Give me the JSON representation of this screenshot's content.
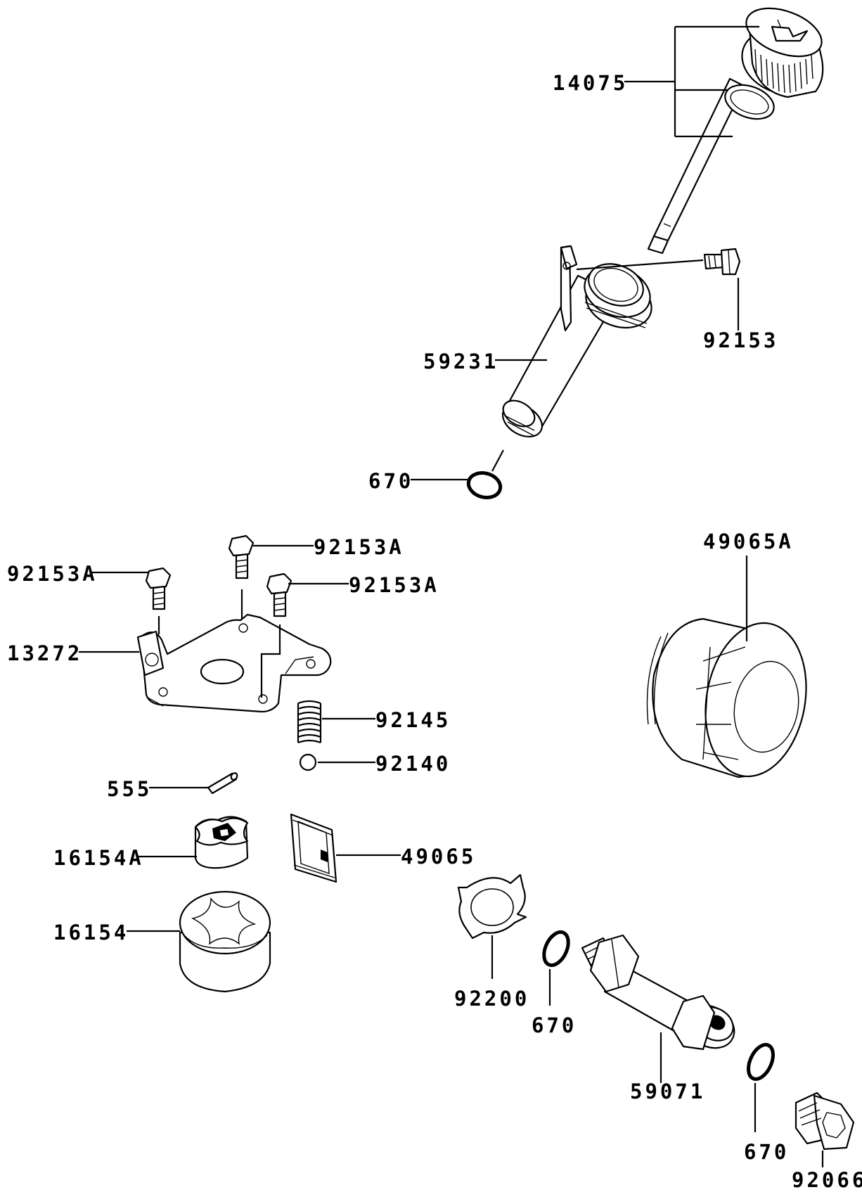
{
  "labels": {
    "p14075": "14075",
    "p92153": "92153",
    "p59231": "59231",
    "p670_top": "670",
    "p92153A_top": "92153A",
    "p92153A_left": "92153A",
    "p92153A_mid": "92153A",
    "p13272": "13272",
    "p49065A": "49065A",
    "p92145": "92145",
    "p92140": "92140",
    "p555": "555",
    "p16154A": "16154A",
    "p49065": "49065",
    "p16154": "16154",
    "p92200": "92200",
    "p670_mid": "670",
    "p59071": "59071",
    "p670_bottom": "670",
    "p92066": "92066"
  }
}
